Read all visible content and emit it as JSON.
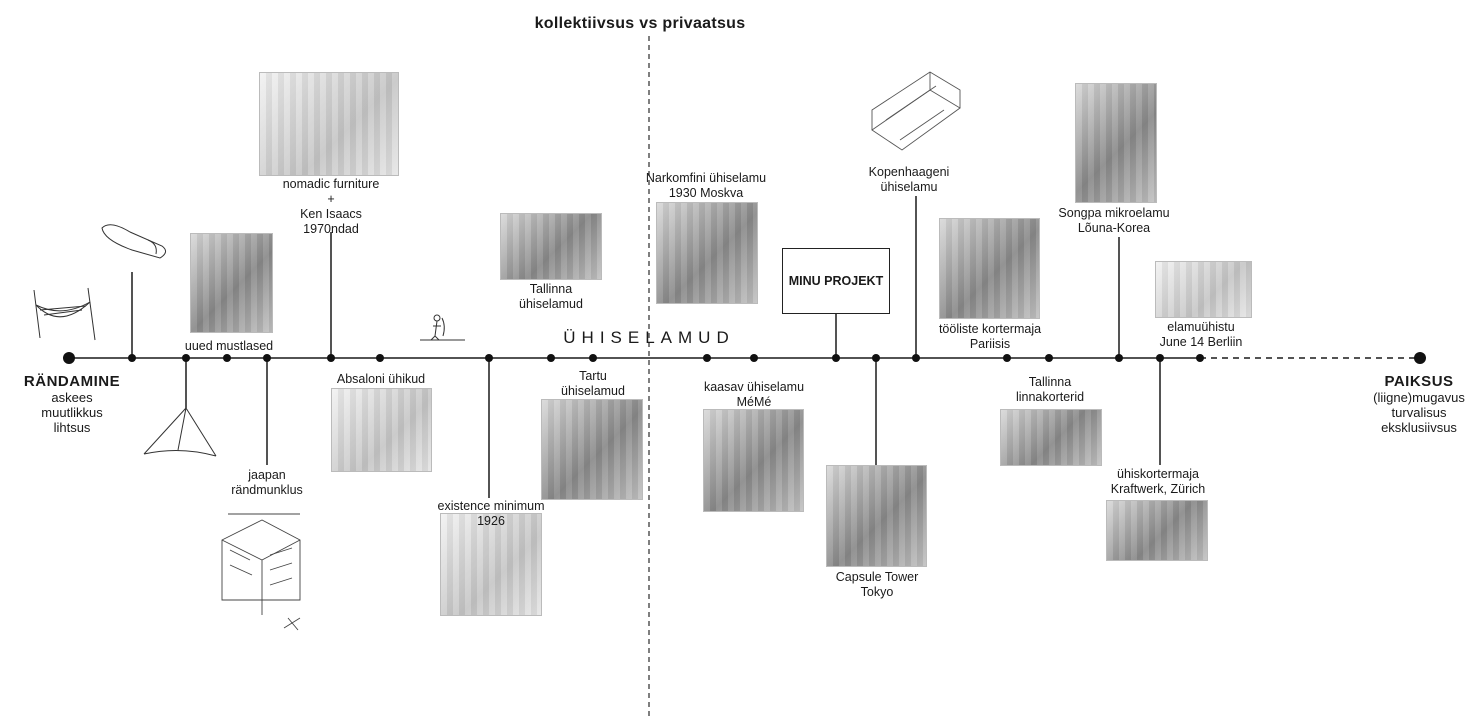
{
  "title": "kollektiivsus vs privaatsus",
  "middle_label": "ÜHISELAMUD",
  "left_end": {
    "title": "RÄNDAMINE",
    "lines": [
      "askees",
      "muutlikkus",
      "lihtsus"
    ]
  },
  "right_end": {
    "title": "PAIKSUS",
    "lines": [
      "(liigne)mugavus",
      "turvalisus",
      "eksklusiivsus"
    ]
  },
  "project_box": "MINU PROJEKT",
  "labels": {
    "uued_mustlased": [
      "uued mustlased"
    ],
    "nomadic": [
      "nomadic furniture",
      "+",
      "Ken Isaacs",
      "1970ndad"
    ],
    "jaapan": [
      "jaapan",
      "rändmunklus"
    ],
    "absaloni": [
      "Absaloni ühikud"
    ],
    "existence": [
      "existence minimum",
      "1926"
    ],
    "tallinna_uh": [
      "Tallinna",
      "ühiselamud"
    ],
    "tartu": [
      "Tartu",
      "ühiselamud"
    ],
    "narkomfin": [
      "Narkomfini ühiselamu",
      "1930 Moskva"
    ],
    "kaasav": [
      "kaasav ühiselamu",
      "MéMé"
    ],
    "capsule": [
      "Capsule Tower",
      "Tokyo"
    ],
    "kopenhaagen": [
      "Kopenhaageni",
      "ühiselamu"
    ],
    "tooliste": [
      "tööliste kortermaja",
      "Pariisis"
    ],
    "tallinna_lk": [
      "Tallinna",
      "linnakorterid"
    ],
    "songpa": [
      "Songpa mikroelamu",
      "Lõuna-Korea"
    ],
    "elamuuhistu": [
      "elamuühistu",
      "June 14 Berliin"
    ],
    "kraftwerk": [
      "ühiskortermaja",
      "Kraftwerk, Zürich"
    ]
  },
  "icons": [
    "hammock-icon",
    "sleeping-bag-icon",
    "tent-icon",
    "standing-figure-icon",
    "hut-sketch-icon",
    "axonometric-sketch-icon"
  ],
  "colors": {
    "line": "#1a1a1a",
    "background": "#ffffff"
  }
}
